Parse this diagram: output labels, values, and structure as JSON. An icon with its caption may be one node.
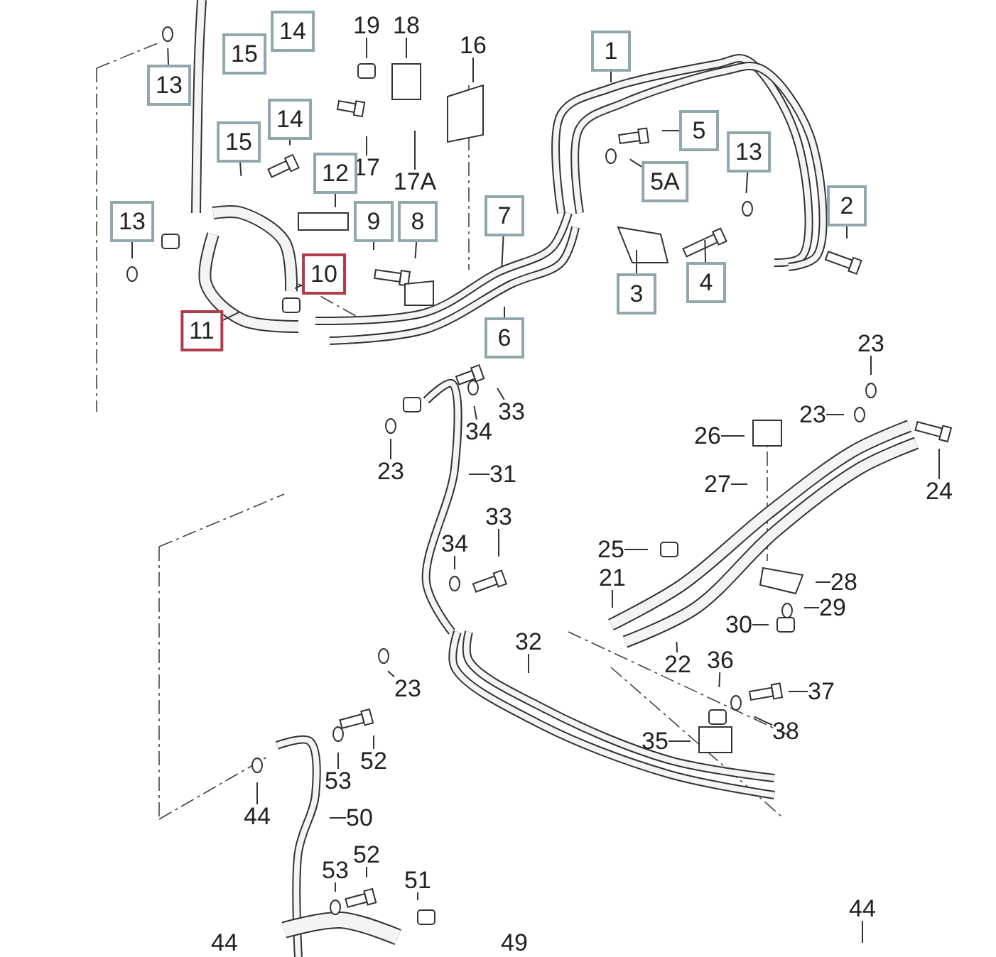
{
  "diagram": {
    "nodes": [
      {
        "text": [
          "14"
        ]
      },
      {
        "text": [
          "15"
        ]
      },
      {
        "text": [
          "13"
        ]
      },
      {
        "text": [
          "19"
        ]
      },
      {
        "text": [
          "18"
        ]
      },
      {
        "text": [
          "16"
        ]
      },
      {
        "text": [
          "1"
        ]
      },
      {
        "text": [
          "14"
        ]
      },
      {
        "text": [
          "15"
        ]
      },
      {
        "text": [
          "17"
        ]
      },
      {
        "text": [
          "17A"
        ]
      },
      {
        "text": [
          "5"
        ]
      },
      {
        "text": [
          "5A"
        ]
      },
      {
        "text": [
          "13"
        ]
      },
      {
        "text": [
          "2"
        ]
      },
      {
        "text": [
          "12"
        ]
      },
      {
        "text": [
          "13"
        ]
      },
      {
        "text": [
          "9"
        ]
      },
      {
        "text": [
          "8"
        ]
      },
      {
        "text": [
          "7"
        ]
      },
      {
        "text": [
          "3"
        ]
      },
      {
        "text": [
          "4"
        ]
      },
      {
        "text": [
          "10"
        ]
      },
      {
        "text": [
          "11"
        ]
      },
      {
        "text": [
          "6"
        ]
      },
      {
        "text": [
          "23"
        ]
      },
      {
        "text": [
          "26"
        ]
      },
      {
        "text": [
          "23"
        ]
      },
      {
        "text": [
          "24"
        ]
      },
      {
        "text": [
          "27"
        ]
      },
      {
        "text": [
          "33"
        ]
      },
      {
        "text": [
          "34"
        ]
      },
      {
        "text": [
          "23"
        ]
      },
      {
        "text": [
          "31"
        ]
      },
      {
        "text": [
          "34"
        ]
      },
      {
        "text": [
          "33"
        ]
      },
      {
        "text": [
          "25"
        ]
      },
      {
        "text": [
          "21"
        ]
      },
      {
        "text": [
          "28"
        ]
      },
      {
        "text": [
          "29"
        ]
      },
      {
        "text": [
          "30"
        ]
      },
      {
        "text": [
          "22"
        ]
      },
      {
        "text": [
          "32"
        ]
      },
      {
        "text": [
          "23"
        ]
      },
      {
        "text": [
          "36"
        ]
      },
      {
        "text": [
          "37"
        ]
      },
      {
        "text": [
          "38"
        ]
      },
      {
        "text": [
          "35"
        ]
      },
      {
        "text": [
          "53"
        ]
      },
      {
        "text": [
          "52"
        ]
      },
      {
        "text": [
          "44"
        ]
      },
      {
        "text": [
          "50"
        ]
      },
      {
        "text": [
          "52"
        ]
      },
      {
        "text": [
          "53"
        ]
      },
      {
        "text": [
          "51"
        ]
      },
      {
        "text": [
          "44"
        ]
      },
      {
        "text": [
          "44"
        ]
      },
      {
        "text": [
          "49"
        ]
      }
    ],
    "edges": [
      {
        "from": 2,
        "to": null,
        "arrow": "none"
      },
      {
        "from": 3,
        "to": null,
        "arrow": "none"
      },
      {
        "from": 4,
        "to": null,
        "arrow": "none"
      },
      {
        "from": 5,
        "to": null,
        "arrow": "none"
      },
      {
        "from": 6,
        "to": null,
        "arrow": "none"
      },
      {
        "from": 7,
        "to": null,
        "arrow": "none"
      },
      {
        "from": 8,
        "to": null,
        "arrow": "none"
      },
      {
        "from": 9,
        "to": null,
        "arrow": "none"
      },
      {
        "from": 10,
        "to": null,
        "arrow": "none"
      },
      {
        "from": 11,
        "to": null,
        "arrow": "none"
      },
      {
        "from": 12,
        "to": null,
        "arrow": "none"
      },
      {
        "from": 13,
        "to": null,
        "arrow": "none"
      },
      {
        "from": 14,
        "to": null,
        "arrow": "none"
      },
      {
        "from": 15,
        "to": null,
        "arrow": "none"
      },
      {
        "from": 16,
        "to": null,
        "arrow": "none"
      },
      {
        "from": 17,
        "to": null,
        "arrow": "none"
      },
      {
        "from": 18,
        "to": null,
        "arrow": "none"
      },
      {
        "from": 19,
        "to": null,
        "arrow": "none"
      },
      {
        "from": 20,
        "to": null,
        "arrow": "none"
      },
      {
        "from": 21,
        "to": null,
        "arrow": "none"
      },
      {
        "from": 22,
        "to": null,
        "arrow": "none"
      },
      {
        "from": 23,
        "to": null,
        "arrow": "none"
      },
      {
        "from": 24,
        "to": null,
        "arrow": "none"
      },
      {
        "from": 25,
        "to": null,
        "arrow": "none"
      },
      {
        "from": 26,
        "to": null,
        "arrow": "none"
      },
      {
        "from": 27,
        "to": null,
        "arrow": "none"
      },
      {
        "from": 28,
        "to": null,
        "arrow": "none"
      },
      {
        "from": 29,
        "to": null,
        "arrow": "none"
      },
      {
        "from": 30,
        "to": null,
        "arrow": "none"
      },
      {
        "from": 31,
        "to": null,
        "arrow": "none"
      },
      {
        "from": 32,
        "to": null,
        "arrow": "none"
      },
      {
        "from": 33,
        "to": null,
        "arrow": "none"
      },
      {
        "from": 34,
        "to": null,
        "arrow": "none"
      },
      {
        "from": 35,
        "to": null,
        "arrow": "none"
      },
      {
        "from": 36,
        "to": null,
        "arrow": "none"
      },
      {
        "from": 37,
        "to": null,
        "arrow": "none"
      },
      {
        "from": 38,
        "to": null,
        "arrow": "none"
      },
      {
        "from": 39,
        "to": null,
        "arrow": "none"
      },
      {
        "from": 40,
        "to": null,
        "arrow": "none"
      },
      {
        "from": 41,
        "to": null,
        "arrow": "none"
      },
      {
        "from": 42,
        "to": null,
        "arrow": "none"
      },
      {
        "from": 43,
        "to": null,
        "arrow": "none"
      },
      {
        "from": 44,
        "to": null,
        "arrow": "none"
      },
      {
        "from": 45,
        "to": null,
        "arrow": "none"
      },
      {
        "from": 46,
        "to": null,
        "arrow": "none"
      },
      {
        "from": 47,
        "to": null,
        "arrow": "none"
      },
      {
        "from": 48,
        "to": null,
        "arrow": "none"
      },
      {
        "from": 49,
        "to": null,
        "arrow": "none"
      },
      {
        "from": 50,
        "to": null,
        "arrow": "none"
      },
      {
        "from": 51,
        "to": null,
        "arrow": "none"
      },
      {
        "from": 52,
        "to": null,
        "arrow": "none"
      },
      {
        "from": 53,
        "to": null,
        "arrow": "none"
      },
      {
        "from": 54,
        "to": null,
        "arrow": "none"
      },
      {
        "from": 55,
        "to": null,
        "arrow": "none"
      }
    ]
  }
}
